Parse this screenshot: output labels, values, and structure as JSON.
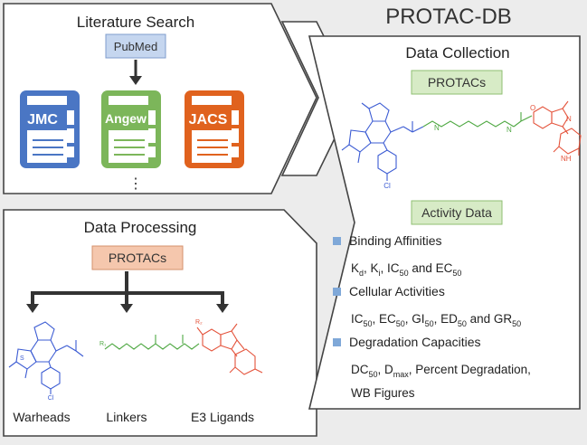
{
  "title": "PROTAC-DB",
  "literature": {
    "heading": "Literature Search",
    "source": "PubMed",
    "journals": [
      "JMC",
      "Angew",
      "JACS"
    ],
    "more": "⋮"
  },
  "processing": {
    "heading": "Data Processing",
    "item": "PROTACs",
    "components": [
      "Warheads",
      "Linkers",
      "E3 Ligands"
    ]
  },
  "collection": {
    "heading": "Data Collection",
    "item": "PROTACs",
    "activity_label": "Activity Data",
    "molecule_atoms": {
      "chlorine": "Cl",
      "hydroxyl_o": "O",
      "amide_n1": "N",
      "amide_n2": "N",
      "imide_n": "N",
      "nh": "NH"
    },
    "categories": [
      {
        "name": "Binding Affinities",
        "detail": "Kd, Ki, IC50 and EC50"
      },
      {
        "name": "Cellular Activities",
        "detail": "IC50, EC50, GI50, ED50 and GR50"
      },
      {
        "name": "Degradation Capacities",
        "detail": "DC50, Dmax, Percent Degradation,",
        "detail2": "WB Figures"
      }
    ]
  },
  "colors": {
    "jmc": "#4a76c4",
    "angew": "#7cb65a",
    "jacs": "#e0621e",
    "pubmed_fill": "#c5d6ef",
    "protac_green_fill": "#d7ebc6",
    "protac_orange_fill": "#f5c7ad",
    "warhead": "#3b5bd3",
    "linker": "#4fa843",
    "e3": "#e4533b"
  }
}
